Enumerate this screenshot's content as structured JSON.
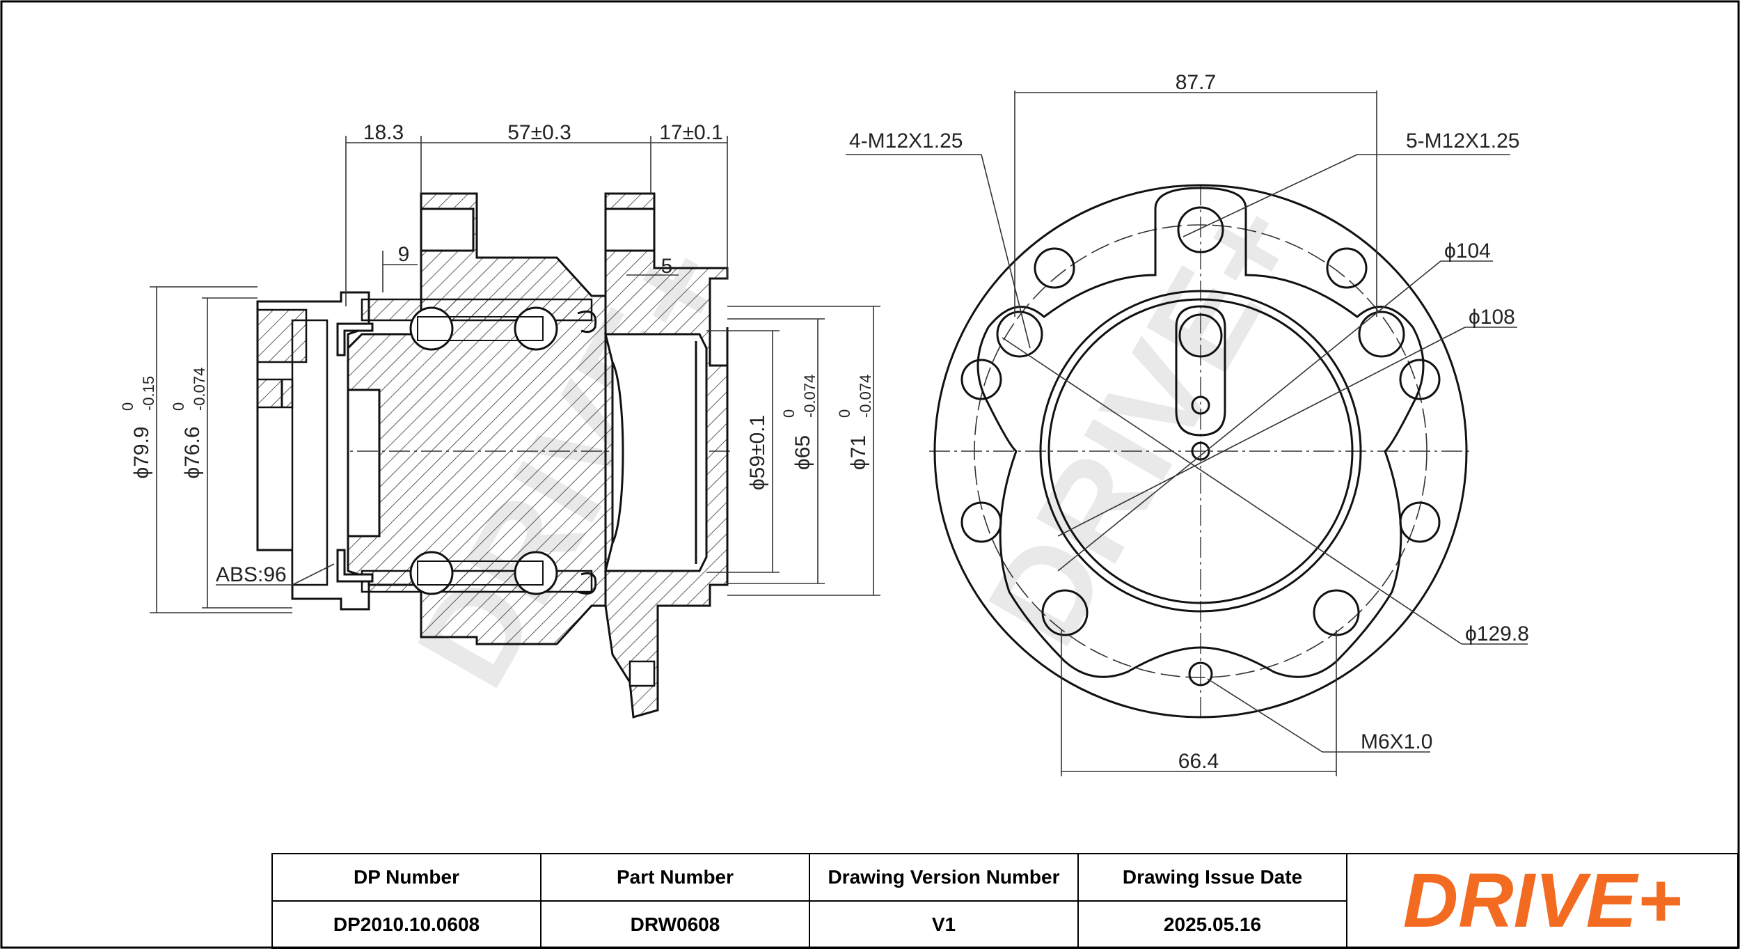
{
  "side_view": {
    "dim_18_3": "18.3",
    "dim_57": "57±0.3",
    "dim_17": "17±0.1",
    "dim_9": "9",
    "dim_5": "5",
    "dim_79_9": "ϕ79.9",
    "dim_79_9_upper": "0",
    "dim_79_9_lower": "-0.15",
    "dim_76_6": "ϕ76.6",
    "dim_76_6_upper": "0",
    "dim_76_6_lower": "-0.074",
    "dim_59": "ϕ59±0.1",
    "dim_65": "ϕ65",
    "dim_65_upper": "0",
    "dim_65_lower": "-0.074",
    "dim_71": "ϕ71",
    "dim_71_upper": "0",
    "dim_71_lower": "-0.074",
    "abs_label": "ABS:96"
  },
  "front_view": {
    "dim_87_7": "87.7",
    "thread_4": "4-M12X1.25",
    "thread_5": "5-M12X1.25",
    "dia_104": "ϕ104",
    "dia_108": "ϕ108",
    "dia_129_8": "ϕ129.8",
    "thread_m6": "M6X1.0",
    "dim_66_4": "66.4"
  },
  "watermark": "DRIVE+",
  "title_block": {
    "headers": [
      "DP Number",
      "Part Number",
      "Drawing Version Number",
      "Drawing Issue Date"
    ],
    "values": [
      "DP2010.10.0608",
      "DRW0608",
      "V1",
      "2025.05.16"
    ],
    "logo_text": "DRIVE+",
    "logo_color": "#f26b21"
  },
  "colors": {
    "line": "#111111",
    "watermark": "#e6e6e6",
    "brand_orange": "#f26b21"
  }
}
